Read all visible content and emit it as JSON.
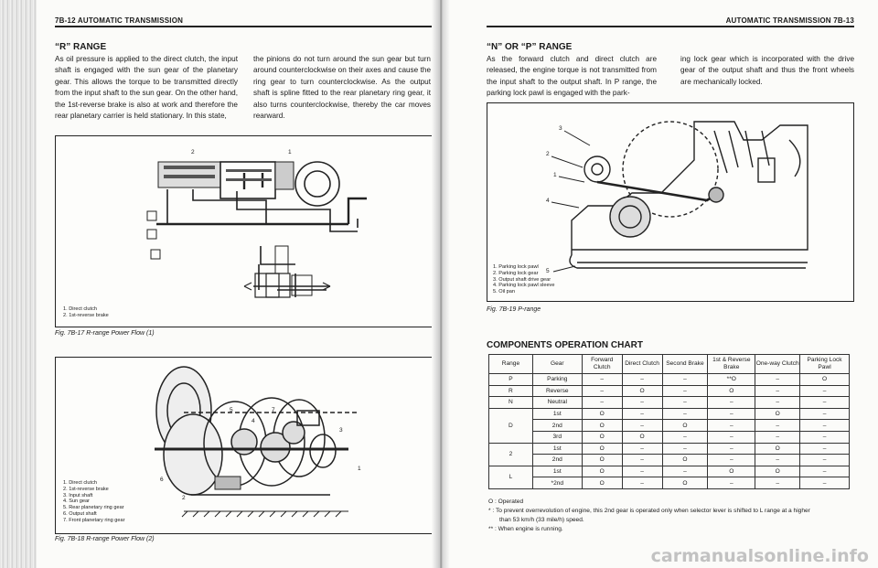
{
  "left": {
    "header": "7B-12 AUTOMATIC TRANSMISSION",
    "section_title": "“R” RANGE",
    "col1": "As oil pressure is applied to the direct clutch, the input shaft is engaged with the sun gear of the planetary gear. This allows the torque to be transmitted directly from the input shaft to the sun gear. On the other hand, the 1st-reverse brake is also at work and therefore the rear planetary carrier is held stationary. In this state,",
    "col2": "the pinions do not turn around the sun gear but turn around counterclockwise on their axes and cause the ring gear to turn counterclockwise. As the output shaft is spline fitted to the rear planetary ring gear, it also turns counterclockwise, thereby the car moves rearward.",
    "fig17": {
      "callouts": [
        "2",
        "1"
      ],
      "legend": [
        "1. Direct clutch",
        "2. 1st-reverse brake"
      ],
      "caption": "Fig. 7B-17 R-range Power Flow (1)"
    },
    "fig18": {
      "callouts": [
        "5",
        "4",
        "7",
        "3",
        "1",
        "6",
        "2"
      ],
      "legend": [
        "1. Direct clutch",
        "2. 1st-reverse brake",
        "3. Input shaft",
        "4. Sun gear",
        "5. Rear planetary ring gear",
        "6. Output shaft",
        "7. Front planetary ring gear"
      ],
      "caption": "Fig. 7B-18 R-range Power Flow (2)"
    }
  },
  "right": {
    "header": "AUTOMATIC TRANSMISSION 7B-13",
    "section_title": "“N” OR “P” RANGE",
    "col1": "As the forward clutch and direct clutch are released, the engine torque is not transmitted from the input shaft to the output shaft. In P range, the parking lock pawl is engaged with the park-",
    "col2": "ing lock gear which is incorporated with the drive gear of the output shaft and thus the front wheels are mechanically locked.",
    "fig19": {
      "callouts": [
        "3",
        "2",
        "1",
        "4",
        "5"
      ],
      "legend": [
        "1. Parking lock pawl",
        "2. Parking lock gear",
        "3. Output shaft drive gear",
        "4. Parking lock pawl sleeve",
        "5. Oil pan"
      ],
      "caption": "Fig. 7B-19 P-range"
    },
    "table_title": "COMPONENTS OPERATION CHART",
    "table": {
      "headers": [
        "Range",
        "Gear",
        "Forward Clutch",
        "Direct Clutch",
        "Second Brake",
        "1st & Reverse Brake",
        "One-way Clutch",
        "Parking Lock Pawl"
      ],
      "rows": [
        [
          "P",
          "Parking",
          "–",
          "–",
          "–",
          "**O",
          "–",
          "O"
        ],
        [
          "R",
          "Reverse",
          "–",
          "O",
          "–",
          "O",
          "–",
          "–"
        ],
        [
          "N",
          "Neutral",
          "–",
          "–",
          "–",
          "–",
          "–",
          "–"
        ],
        [
          "D",
          "1st",
          "O",
          "–",
          "–",
          "–",
          "O",
          "–"
        ],
        [
          "",
          "2nd",
          "O",
          "–",
          "O",
          "–",
          "–",
          "–"
        ],
        [
          "",
          "3rd",
          "O",
          "O",
          "–",
          "–",
          "–",
          "–"
        ],
        [
          "2",
          "1st",
          "O",
          "–",
          "–",
          "–",
          "O",
          "–"
        ],
        [
          "",
          "2nd",
          "O",
          "–",
          "O",
          "–",
          "–",
          "–"
        ],
        [
          "L",
          "1st",
          "O",
          "–",
          "–",
          "O",
          "O",
          "–"
        ],
        [
          "",
          "*2nd",
          "O",
          "–",
          "O",
          "–",
          "–",
          "–"
        ]
      ]
    },
    "notes": [
      "O : Operated",
      "* : To prevent overrevolution of engine, this 2nd gear is operated only when selector lever is shifted to L range at a higher",
      "than 53 km/h (33 mile/h) speed.",
      "** : When engine is running."
    ],
    "watermark": "carmanualsonline.info"
  }
}
